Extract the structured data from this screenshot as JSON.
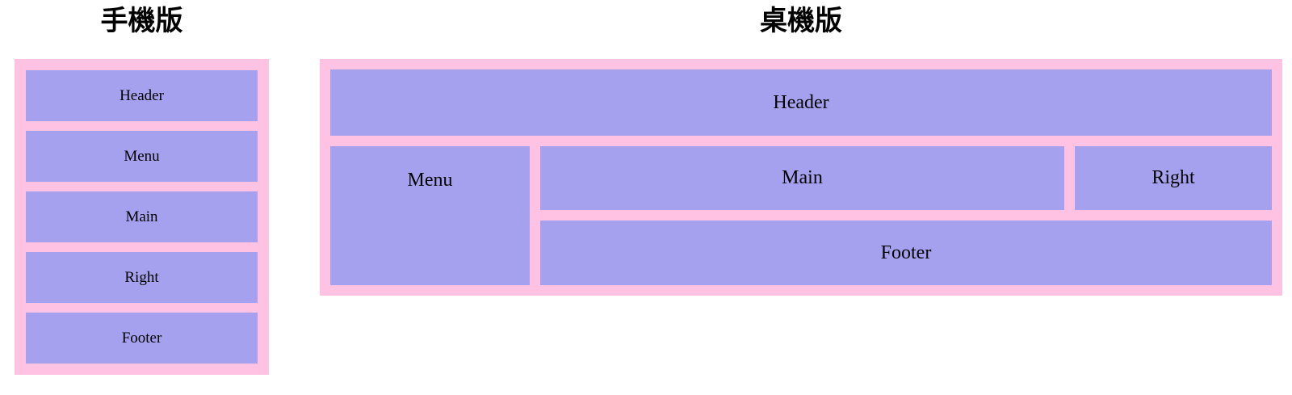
{
  "colors": {
    "page_background": "#ffffff",
    "container_pink": "#ffc2e2",
    "box_purple": "#a5a1ee",
    "label_text": "#000000",
    "title_text": "#000000"
  },
  "mobile": {
    "title": "手機版",
    "boxes": [
      {
        "label": "Header"
      },
      {
        "label": "Menu"
      },
      {
        "label": "Main"
      },
      {
        "label": "Right"
      },
      {
        "label": "Footer"
      }
    ]
  },
  "desktop": {
    "title": "桌機版",
    "header_label": "Header",
    "menu_label": "Menu",
    "main_label": "Main",
    "right_label": "Right",
    "footer_label": "Footer"
  }
}
